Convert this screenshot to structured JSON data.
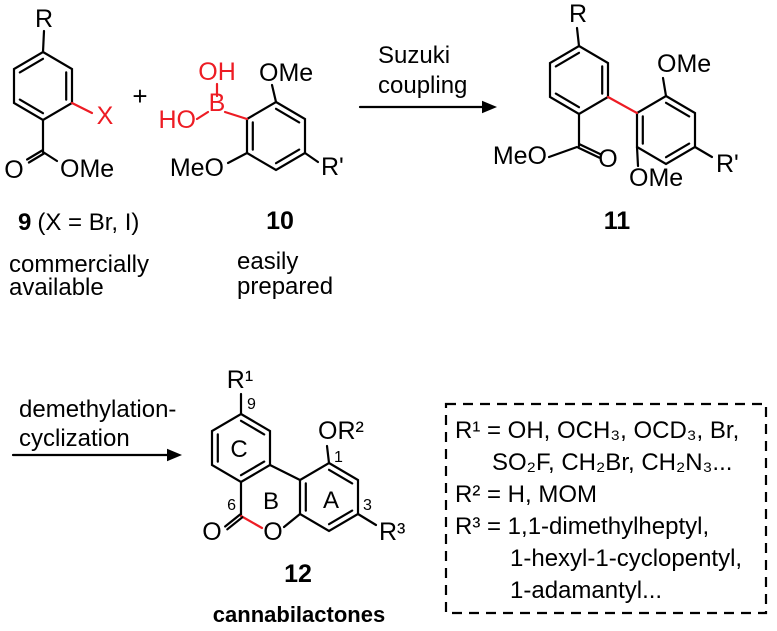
{
  "colors": {
    "black": "#000000",
    "red": "#ed1c24",
    "background": "#ffffff"
  },
  "scheme": {
    "plus_sign": "+",
    "suzuki_arrow": {
      "label_line1": "Suzuki",
      "label_line2": "coupling"
    },
    "demethylation_arrow": {
      "label_line1": "demethylation-",
      "label_line2": "cyclization"
    }
  },
  "compound_9": {
    "atom_labels": {
      "r": "R",
      "x": "X",
      "carbonyl_o": "O",
      "ome": "OMe"
    },
    "number": "9",
    "number_note": "(X = Br, I)",
    "caption_line1": "commercially",
    "caption_line2": "available"
  },
  "compound_10": {
    "atom_labels": {
      "oh": "OH",
      "ho": "HO",
      "b": "B",
      "ome_top": "OMe",
      "meo_bottom": "MeO",
      "r_prime": "R'"
    },
    "number": "10",
    "caption_line1": "easily",
    "caption_line2": "prepared"
  },
  "compound_11": {
    "atom_labels": {
      "r": "R",
      "meo_ester": "MeO",
      "carbonyl_o": "O",
      "ome_top": "OMe",
      "ome_bottom": "OMe",
      "r_prime": "R'"
    },
    "number": "11"
  },
  "compound_12": {
    "atom_labels": {
      "r1": "R¹",
      "or2": "OR²",
      "r3": "R³",
      "carbonyl_o": "O",
      "ring_o": "O"
    },
    "ring_labels": {
      "a": "A",
      "b": "B",
      "c": "C"
    },
    "locants": {
      "c9": "9",
      "c1": "1",
      "c3": "3",
      "c6": "6"
    },
    "number": "12",
    "caption": "cannabilactones"
  },
  "legend": {
    "lines": [
      "R¹ = OH, OCH₃, OCD₃, Br,",
      "SO₂F, CH₂Br, CH₂N₃...",
      "R² = H, MOM",
      "R³ = 1,1-dimethylheptyl,",
      "1-hexyl-1-cyclopentyl,",
      "1-adamantyl..."
    ]
  }
}
